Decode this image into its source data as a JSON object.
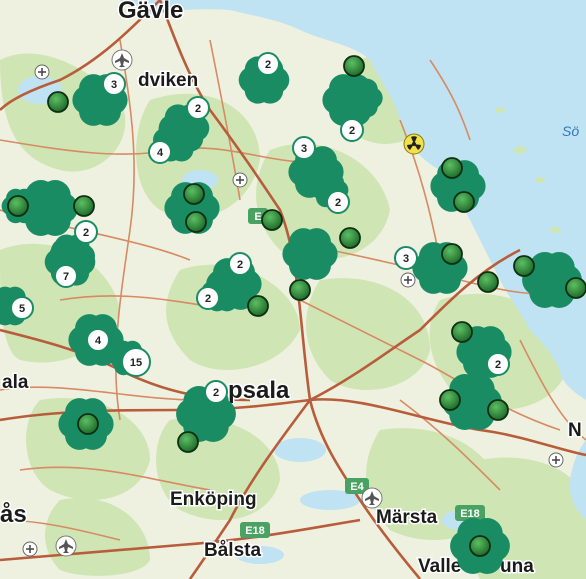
{
  "map": {
    "colors": {
      "water": "#bfe3f3",
      "land": "#eef1df",
      "forest": "#cfe6b4",
      "road_major": "#b85c3c",
      "road_minor": "#d78a63",
      "cluster": "#1a8c64",
      "marker": "#2f8a3a",
      "motorway_shield": "#4aa262"
    },
    "place_labels": [
      {
        "id": "gavle",
        "text": "Gävle"
      },
      {
        "id": "sandviken",
        "text": "dviken"
      },
      {
        "id": "uppsala",
        "text": "psala"
      },
      {
        "id": "enkoping",
        "text": "Enköping"
      },
      {
        "id": "balsta",
        "text": "Bålsta"
      },
      {
        "id": "marsta",
        "text": "Märsta"
      },
      {
        "id": "vallentuna",
        "text": "Valle"
      },
      {
        "id": "vallentuna-end",
        "text": "una"
      },
      {
        "id": "sala",
        "text": "ala"
      },
      {
        "id": "vasteras",
        "text": "ås"
      },
      {
        "id": "norrtalje",
        "text": "N"
      }
    ],
    "sea_label": "Sö",
    "road_shields": [
      {
        "id": "e-north",
        "text": "E"
      },
      {
        "id": "e4",
        "text": "E4"
      },
      {
        "id": "e18-marsta",
        "text": "E18"
      },
      {
        "id": "e18-balsta",
        "text": "E18"
      }
    ],
    "clusters": [
      {
        "id": "c1",
        "count": "3"
      },
      {
        "id": "c2",
        "count": "2"
      },
      {
        "id": "c3",
        "count": "2"
      },
      {
        "id": "c4",
        "count": "4"
      },
      {
        "id": "c5",
        "count": "2"
      },
      {
        "id": "c6",
        "count": "3"
      },
      {
        "id": "c7",
        "count": "2"
      },
      {
        "id": "c8",
        "count": "2"
      },
      {
        "id": "c9",
        "count": "7"
      },
      {
        "id": "c10",
        "count": "5"
      },
      {
        "id": "c11",
        "count": "2"
      },
      {
        "id": "c12",
        "count": "2"
      },
      {
        "id": "c13",
        "count": "3"
      },
      {
        "id": "c14",
        "count": "4"
      },
      {
        "id": "c15",
        "count": "15"
      },
      {
        "id": "c16",
        "count": "2"
      },
      {
        "id": "c17",
        "count": "2"
      }
    ],
    "icons": [
      "airport-icon",
      "nuclear-plant-icon",
      "church-icon"
    ]
  }
}
